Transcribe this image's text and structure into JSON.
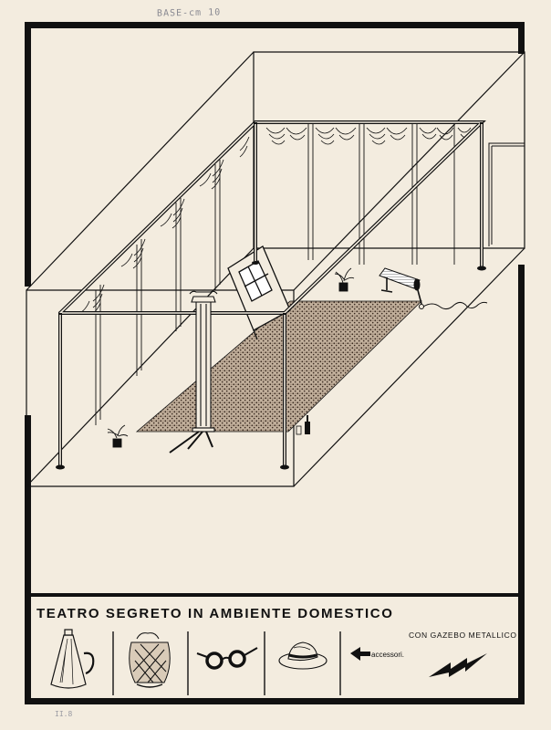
{
  "pencil_note": "BASE-cm 10",
  "corner_note": "II.8",
  "title": "TEATRO SEGRETO IN AMBIENTE DOMESTICO",
  "subtitle": "CON GAZEBO METALLICO",
  "accessories_label": "accessori.",
  "accessories": [
    "megaphone-icon",
    "string-bag-icon",
    "round-glasses-icon",
    "hat-icon"
  ],
  "ink_color": "#111111",
  "paper_color": "#f3ecdf"
}
